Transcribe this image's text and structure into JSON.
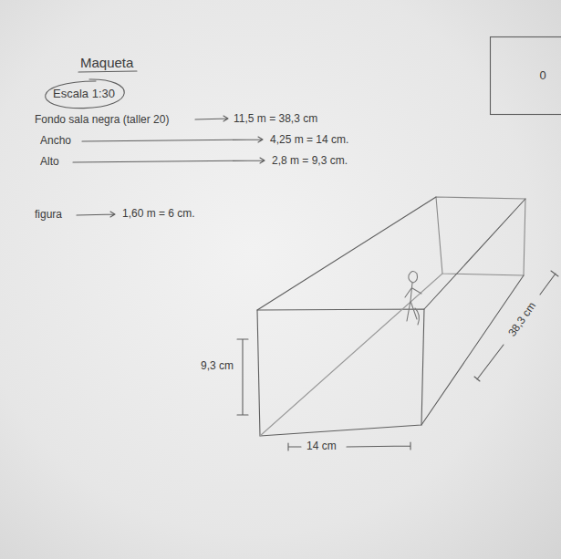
{
  "diagram": {
    "nodes": [
      {
        "text": [
          "Escala 1:30"
        ]
      },
      {
        "text": [
          "0"
        ]
      }
    ],
    "labels": [
      "Maqueta",
      "Fondo sala negra (taller 20)",
      "11,5 m = 38,3 cm",
      "Ancho",
      "4,25 m = 14 cm.",
      "Alto",
      "2,8 m = 9,3 cm.",
      "figura",
      "1,60 m = 6 cm.",
      "9,3 cm",
      "14 cm",
      "38,3 cm"
    ]
  }
}
